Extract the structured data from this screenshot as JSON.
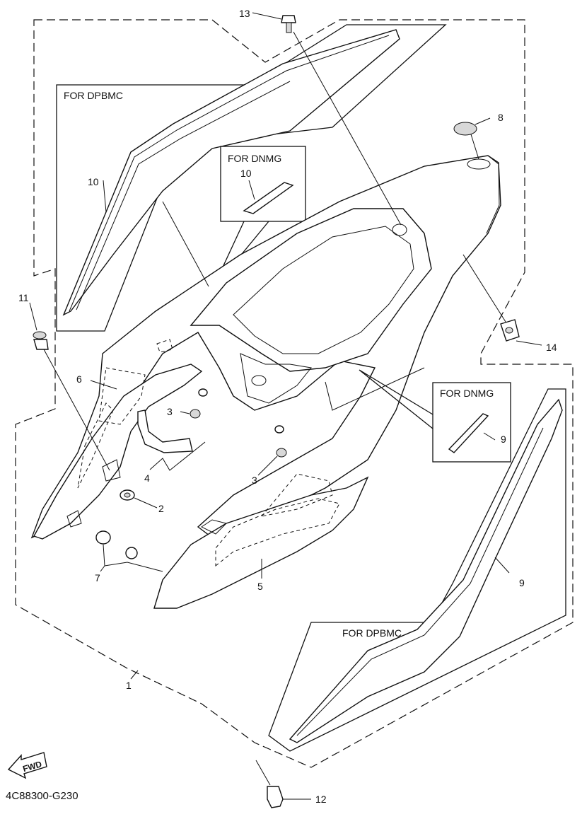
{
  "figure_code": "4C88300-G230",
  "fwd_label": "FWD",
  "callouts": {
    "c1": "1",
    "c2": "2",
    "c3a": "3",
    "c3b": "3",
    "c4": "4",
    "c5": "5",
    "c6": "6",
    "c7": "7",
    "c8": "8",
    "c9a": "9",
    "c9b": "9",
    "c10a": "10",
    "c10b": "10",
    "c11": "11",
    "c12": "12",
    "c13": "13",
    "c14": "14"
  },
  "variant_labels": {
    "dpbmc_top": "FOR DPBMC",
    "dnmg_top": "FOR DNMG",
    "dnmg_right": "FOR DNMG",
    "dpbmc_bottom": "FOR DPBMC"
  }
}
